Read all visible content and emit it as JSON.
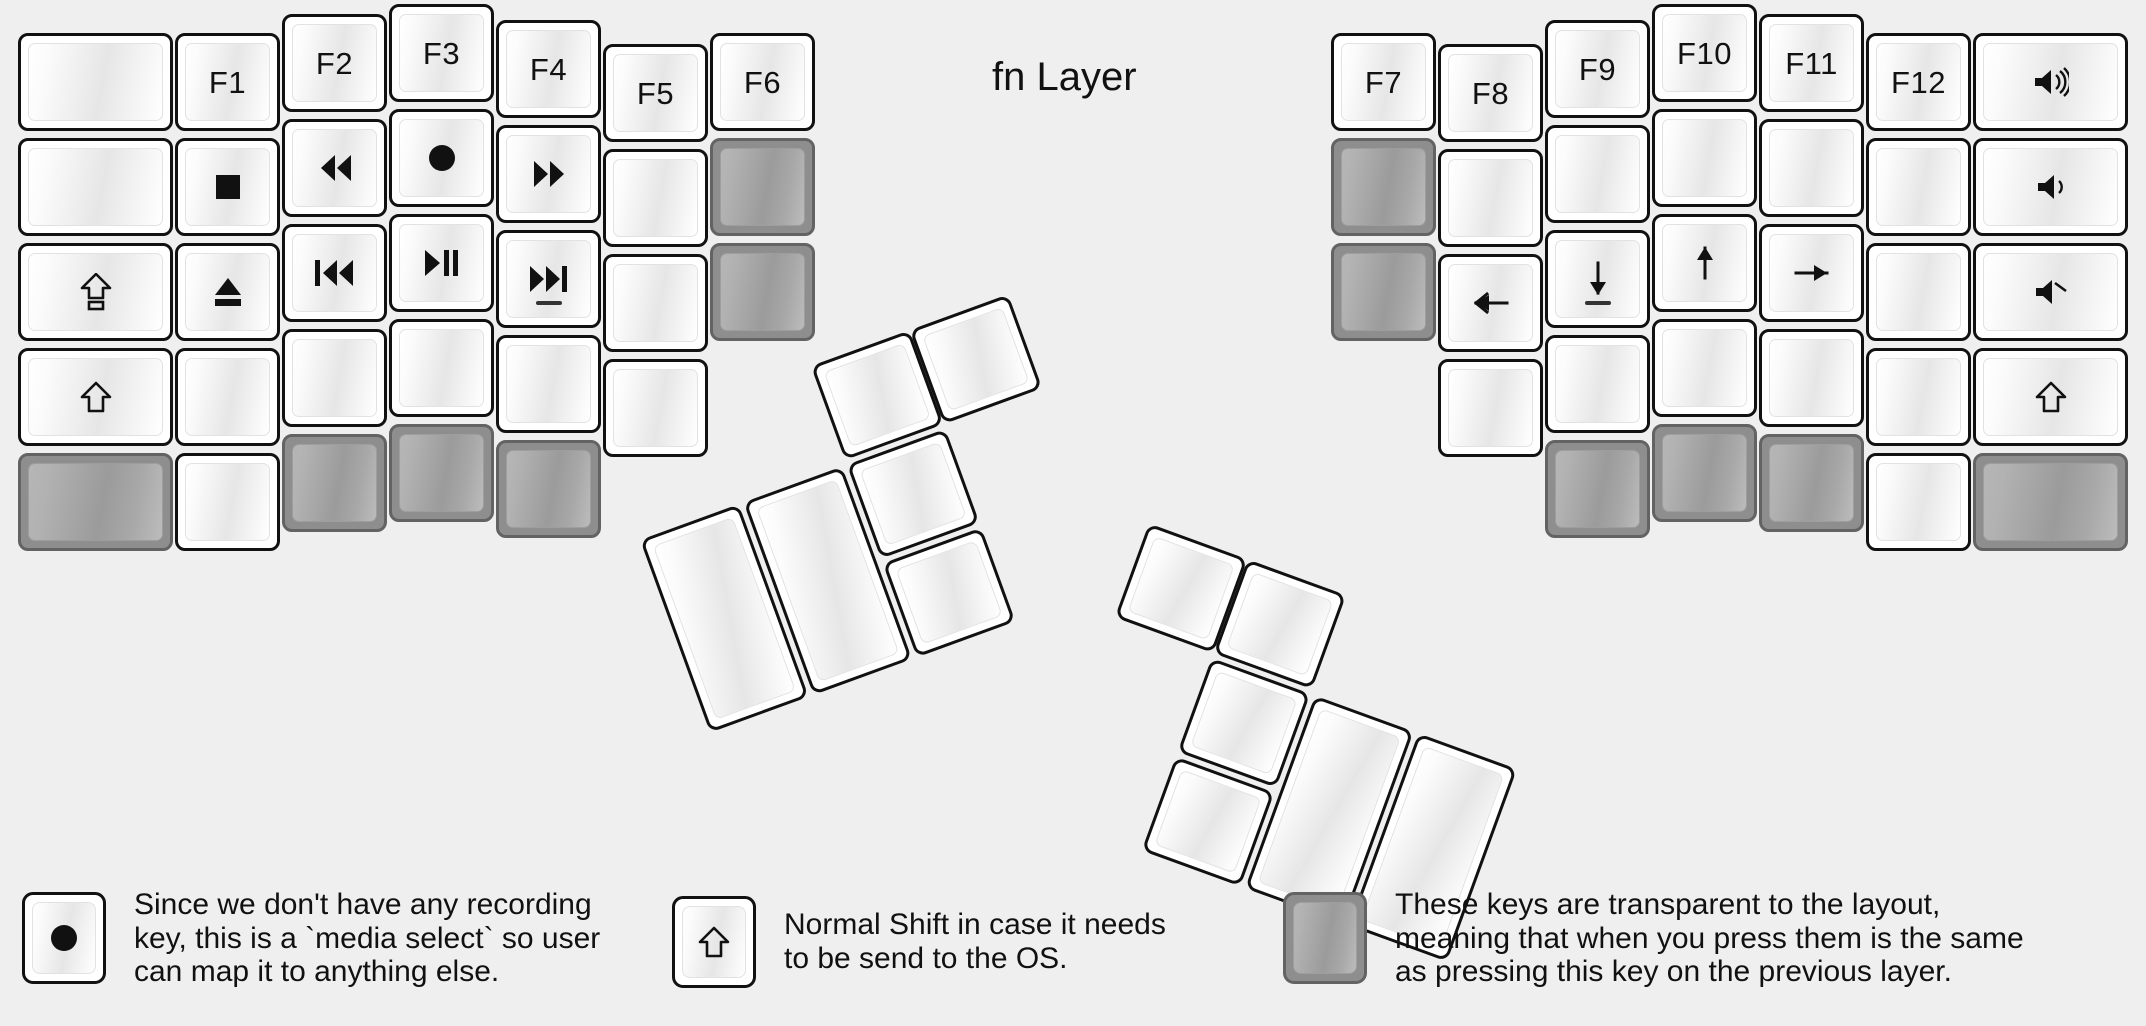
{
  "title": "fn Layer",
  "colors": {
    "background": "#efefef",
    "key_face": "#ffffff",
    "key_border": "#111111",
    "transparent_key": "#8e8e8e",
    "transparent_border": "#636363",
    "text": "#111111"
  },
  "left_block": {
    "name": "left-main-block",
    "columns": [
      {
        "col": 1,
        "keys": [
          {
            "name": "key-left-c1-r1",
            "label": "",
            "icon": "",
            "transparent": false
          },
          {
            "name": "key-left-c1-r2",
            "label": "",
            "icon": "",
            "transparent": false
          },
          {
            "name": "key-left-c1-r3",
            "label": "",
            "icon": "caps-lock-icon",
            "transparent": false
          },
          {
            "name": "key-left-c1-r4",
            "label": "",
            "icon": "shift-icon",
            "transparent": false
          },
          {
            "name": "key-left-c1-r5",
            "label": "",
            "icon": "",
            "transparent": true
          }
        ]
      },
      {
        "col": 2,
        "keys": [
          {
            "name": "key-left-c2-r1",
            "label": "F1",
            "icon": "",
            "transparent": false
          },
          {
            "name": "key-left-c2-r2",
            "label": "",
            "icon": "media-stop-icon",
            "transparent": false
          },
          {
            "name": "key-left-c2-r3",
            "label": "",
            "icon": "media-eject-icon",
            "transparent": false
          },
          {
            "name": "key-left-c2-r4",
            "label": "",
            "icon": "",
            "transparent": false
          },
          {
            "name": "key-left-c2-r5",
            "label": "",
            "icon": "",
            "transparent": false
          }
        ]
      },
      {
        "col": 3,
        "keys": [
          {
            "name": "key-left-c3-r1",
            "label": "F2",
            "icon": "",
            "transparent": false
          },
          {
            "name": "key-left-c3-r2",
            "label": "",
            "icon": "media-rewind-icon",
            "transparent": false
          },
          {
            "name": "key-left-c3-r3",
            "label": "",
            "icon": "media-prev-track-icon",
            "transparent": false
          },
          {
            "name": "key-left-c3-r4",
            "label": "",
            "icon": "",
            "transparent": false
          },
          {
            "name": "key-left-c3-r5",
            "label": "",
            "icon": "",
            "transparent": true
          }
        ]
      },
      {
        "col": 4,
        "keys": [
          {
            "name": "key-left-c4-r1",
            "label": "F3",
            "icon": "",
            "transparent": false
          },
          {
            "name": "key-left-c4-r2",
            "label": "",
            "icon": "media-record-icon",
            "transparent": false
          },
          {
            "name": "key-left-c4-r3",
            "label": "",
            "icon": "media-play-pause-icon",
            "transparent": false
          },
          {
            "name": "key-left-c4-r4",
            "label": "",
            "icon": "",
            "transparent": false
          },
          {
            "name": "key-left-c4-r5",
            "label": "",
            "icon": "",
            "transparent": true
          }
        ]
      },
      {
        "col": 5,
        "keys": [
          {
            "name": "key-left-c5-r1",
            "label": "F4",
            "icon": "",
            "transparent": false
          },
          {
            "name": "key-left-c5-r2",
            "label": "",
            "icon": "media-fast-forward-icon",
            "transparent": false
          },
          {
            "name": "key-left-c5-r3",
            "label": "",
            "icon": "media-next-track-icon",
            "transparent": false,
            "homerow": true
          },
          {
            "name": "key-left-c5-r4",
            "label": "",
            "icon": "",
            "transparent": false
          },
          {
            "name": "key-left-c5-r5",
            "label": "",
            "icon": "",
            "transparent": true
          }
        ]
      },
      {
        "col": 6,
        "keys": [
          {
            "name": "key-left-c6-r1",
            "label": "F5",
            "icon": "",
            "transparent": false
          },
          {
            "name": "key-left-c6-r2",
            "label": "",
            "icon": "",
            "transparent": false
          },
          {
            "name": "key-left-c6-r3",
            "label": "",
            "icon": "",
            "transparent": false
          },
          {
            "name": "key-left-c6-r4",
            "label": "",
            "icon": "",
            "transparent": false
          }
        ]
      },
      {
        "col": 7,
        "keys": [
          {
            "name": "key-left-c7-r1",
            "label": "F6",
            "icon": "",
            "transparent": false
          },
          {
            "name": "key-left-c7-r2",
            "label": "",
            "icon": "",
            "transparent": true
          },
          {
            "name": "key-left-c7-r3",
            "label": "",
            "icon": "",
            "transparent": true
          }
        ]
      }
    ]
  },
  "right_block": {
    "name": "right-main-block",
    "columns": [
      {
        "col": 1,
        "keys": [
          {
            "name": "key-right-c1-r1",
            "label": "F7",
            "icon": "",
            "transparent": false
          },
          {
            "name": "key-right-c1-r2",
            "label": "",
            "icon": "",
            "transparent": true
          },
          {
            "name": "key-right-c1-r3",
            "label": "",
            "icon": "",
            "transparent": true
          }
        ]
      },
      {
        "col": 2,
        "keys": [
          {
            "name": "key-right-c2-r1",
            "label": "F8",
            "icon": "",
            "transparent": false
          },
          {
            "name": "key-right-c2-r2",
            "label": "",
            "icon": "",
            "transparent": false
          },
          {
            "name": "key-right-c2-r3",
            "label": "",
            "icon": "arrow-left-icon",
            "transparent": false
          },
          {
            "name": "key-right-c2-r4",
            "label": "",
            "icon": "",
            "transparent": false
          }
        ]
      },
      {
        "col": 3,
        "keys": [
          {
            "name": "key-right-c3-r1",
            "label": "F9",
            "icon": "",
            "transparent": false
          },
          {
            "name": "key-right-c3-r2",
            "label": "",
            "icon": "",
            "transparent": false
          },
          {
            "name": "key-right-c3-r3",
            "label": "",
            "icon": "arrow-down-icon",
            "transparent": false,
            "homerow": true
          },
          {
            "name": "key-right-c3-r4",
            "label": "",
            "icon": "",
            "transparent": false
          },
          {
            "name": "key-right-c3-r5",
            "label": "",
            "icon": "",
            "transparent": true
          }
        ]
      },
      {
        "col": 4,
        "keys": [
          {
            "name": "key-right-c4-r1",
            "label": "F10",
            "icon": "",
            "transparent": false
          },
          {
            "name": "key-right-c4-r2",
            "label": "",
            "icon": "",
            "transparent": false
          },
          {
            "name": "key-right-c4-r3",
            "label": "",
            "icon": "arrow-up-icon",
            "transparent": false
          },
          {
            "name": "key-right-c4-r4",
            "label": "",
            "icon": "",
            "transparent": false
          },
          {
            "name": "key-right-c4-r5",
            "label": "",
            "icon": "",
            "transparent": true
          }
        ]
      },
      {
        "col": 5,
        "keys": [
          {
            "name": "key-right-c5-r1",
            "label": "F11",
            "icon": "",
            "transparent": false
          },
          {
            "name": "key-right-c5-r2",
            "label": "",
            "icon": "",
            "transparent": false
          },
          {
            "name": "key-right-c5-r3",
            "label": "",
            "icon": "arrow-right-icon",
            "transparent": false
          },
          {
            "name": "key-right-c5-r4",
            "label": "",
            "icon": "",
            "transparent": false
          },
          {
            "name": "key-right-c5-r5",
            "label": "",
            "icon": "",
            "transparent": true
          }
        ]
      },
      {
        "col": 6,
        "keys": [
          {
            "name": "key-right-c6-r1",
            "label": "F12",
            "icon": "",
            "transparent": false
          },
          {
            "name": "key-right-c6-r2",
            "label": "",
            "icon": "",
            "transparent": false
          },
          {
            "name": "key-right-c6-r3",
            "label": "",
            "icon": "",
            "transparent": false
          },
          {
            "name": "key-right-c6-r4",
            "label": "",
            "icon": "",
            "transparent": false
          },
          {
            "name": "key-right-c6-r5",
            "label": "",
            "icon": "",
            "transparent": false
          }
        ]
      },
      {
        "col": 7,
        "keys": [
          {
            "name": "key-right-c7-r1",
            "label": "",
            "icon": "volume-up-icon",
            "transparent": false
          },
          {
            "name": "key-right-c7-r2",
            "label": "",
            "icon": "volume-down-icon",
            "transparent": false
          },
          {
            "name": "key-right-c7-r3",
            "label": "",
            "icon": "volume-mute-icon",
            "transparent": false
          },
          {
            "name": "key-right-c7-r4",
            "label": "",
            "icon": "shift-icon",
            "transparent": false
          },
          {
            "name": "key-right-c7-r5",
            "label": "",
            "icon": "",
            "transparent": true
          }
        ]
      }
    ]
  },
  "left_thumb": {
    "name": "left-thumb-cluster",
    "keys": [
      {
        "name": "thumb-left-big-1",
        "label": "",
        "icon": "",
        "transparent": false
      },
      {
        "name": "thumb-left-big-2",
        "label": "",
        "icon": "",
        "transparent": false
      },
      {
        "name": "thumb-left-small-1",
        "label": "",
        "icon": "",
        "transparent": false
      },
      {
        "name": "thumb-left-small-2",
        "label": "",
        "icon": "",
        "transparent": false
      },
      {
        "name": "thumb-left-small-3",
        "label": "",
        "icon": "",
        "transparent": false
      },
      {
        "name": "thumb-left-small-4",
        "label": "",
        "icon": "",
        "transparent": false
      }
    ]
  },
  "right_thumb": {
    "name": "right-thumb-cluster",
    "keys": [
      {
        "name": "thumb-right-small-1",
        "label": "",
        "icon": "",
        "transparent": false
      },
      {
        "name": "thumb-right-small-2",
        "label": "",
        "icon": "",
        "transparent": false
      },
      {
        "name": "thumb-right-small-3",
        "label": "",
        "icon": "",
        "transparent": false
      },
      {
        "name": "thumb-right-small-4",
        "label": "",
        "icon": "",
        "transparent": false
      },
      {
        "name": "thumb-right-big-1",
        "label": "",
        "icon": "",
        "transparent": false
      },
      {
        "name": "thumb-right-big-2",
        "label": "",
        "icon": "",
        "transparent": false
      }
    ]
  },
  "legend": [
    {
      "name": "legend-media-select",
      "icon": "media-record-icon",
      "transparent": false,
      "text": "Since we don't have any recording\nkey, this is a `media select` so user\ncan map it to anything else."
    },
    {
      "name": "legend-normal-shift",
      "icon": "shift-icon",
      "transparent": false,
      "text": "Normal Shift in case it needs\nto be send to the OS."
    },
    {
      "name": "legend-transparent",
      "icon": "",
      "transparent": true,
      "text": "These keys are transparent to the layout,\nmeaning that when you press them is the same\nas pressing this key on the previous layer."
    }
  ]
}
